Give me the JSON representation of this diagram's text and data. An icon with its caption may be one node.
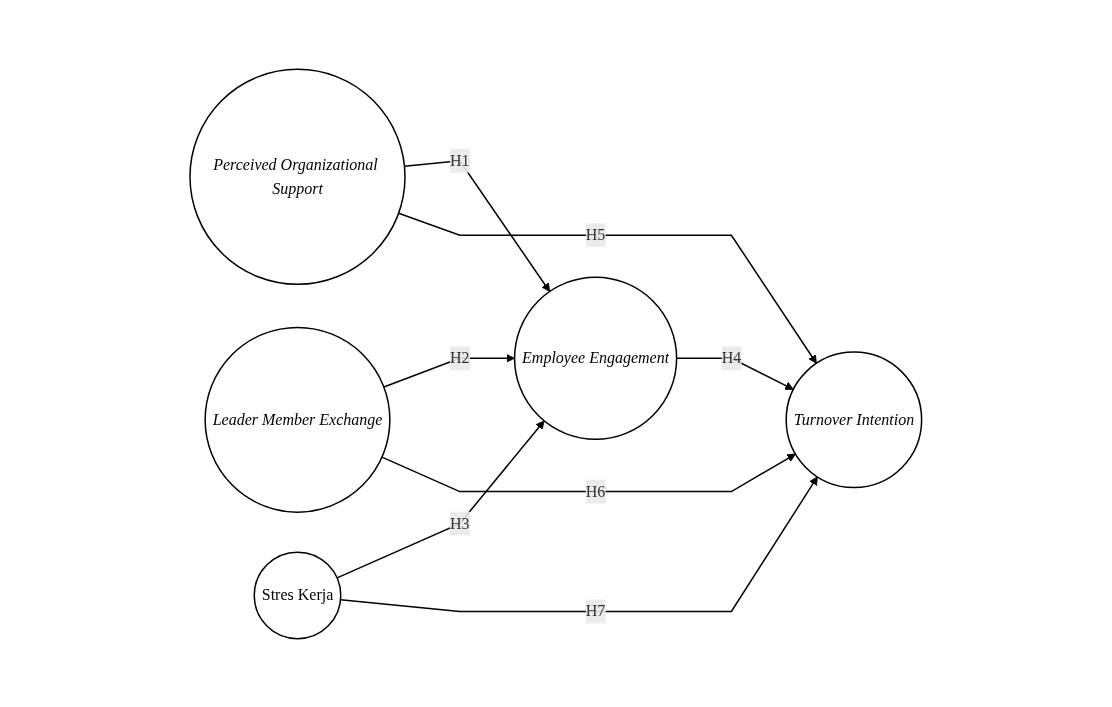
{
  "diagram": {
    "nodes": [
      {
        "text": [
          "Perceived Organizational Support"
        ]
      },
      {
        "text": [
          "Leader Member Exchange"
        ]
      },
      {
        "text": [
          "Employee Engagement"
        ]
      },
      {
        "text": [
          "Turnover Intention"
        ]
      },
      {
        "text": [
          "Stres Kerja"
        ]
      }
    ],
    "edges": [
      {
        "from": 0,
        "to": 2,
        "arrow": "to",
        "label": "H1"
      },
      {
        "from": 1,
        "to": 2,
        "arrow": "to",
        "label": "H2"
      },
      {
        "from": 4,
        "to": 2,
        "arrow": "to",
        "label": "H3"
      },
      {
        "from": 2,
        "to": 3,
        "arrow": "to",
        "label": "H4"
      },
      {
        "from": 0,
        "to": 3,
        "arrow": "to",
        "label": "H5"
      },
      {
        "from": 1,
        "to": 3,
        "arrow": "to",
        "label": "H6"
      },
      {
        "from": 4,
        "to": 3,
        "arrow": "to",
        "label": "H7"
      }
    ]
  }
}
